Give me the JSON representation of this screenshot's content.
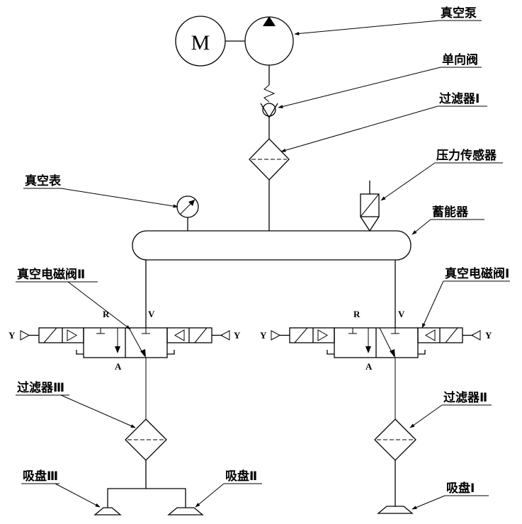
{
  "labels": {
    "vacuum_pump": "真空泵",
    "check_valve": "单向阀",
    "filter_1": "过滤器Ⅰ",
    "pressure_sensor": "压力传感器",
    "vacuum_gauge": "真空表",
    "accumulator": "蓄能器",
    "solenoid_valve_2": "真空电磁阀Ⅱ",
    "solenoid_valve_1": "真空电磁阀Ⅰ",
    "filter_3": "过滤器Ⅲ",
    "filter_2": "过滤器Ⅱ",
    "sucker_3": "吸盘Ⅲ",
    "sucker_2": "吸盘Ⅱ",
    "sucker_1": "吸盘Ⅰ"
  },
  "motor_letter": "M",
  "ports": {
    "r": "R",
    "v": "V",
    "a": "A",
    "y": "Y"
  }
}
